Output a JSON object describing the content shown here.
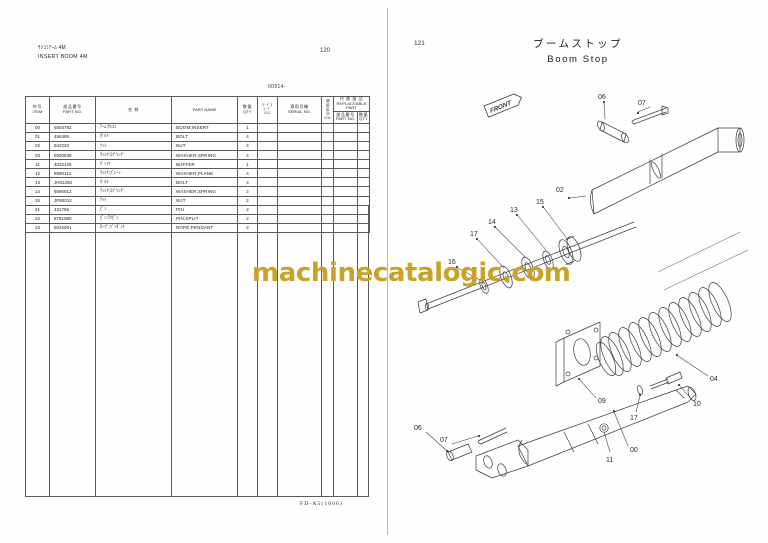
{
  "document": {
    "left_page_number": "120",
    "right_page_number": "121",
    "sheet_title_jp": "ｻｼｺﾐｱｰﾑ 4M",
    "sheet_title_en": "INSERT BOOM 4M",
    "serial_code": "00914-",
    "footer_code": "FD-A5(1006)"
  },
  "figure": {
    "title_jp": "ブームストップ",
    "title_en": "Boom Stop",
    "front_marker": "FRONT",
    "callouts": [
      "06",
      "07",
      "02",
      "16",
      "17",
      "14",
      "13",
      "15",
      "04",
      "09",
      "10",
      "17",
      "11",
      "06",
      "07",
      "00"
    ]
  },
  "watermark": {
    "text": "machinecatalogic.com",
    "color": "#c9a227"
  },
  "table": {
    "headers": {
      "item_jp": "符号",
      "item_en": "ITEM",
      "partno_jp": "部品番号",
      "partno_en": "PART NO.",
      "namejp_jp": "名  称",
      "nameen_en": "PART NAME",
      "qty_jp": "数量",
      "qty_en": "QTY",
      "sc_jp": "ｻｰﾋﾞｽ",
      "sc_jp2": "ｺｰﾄﾞ",
      "sc_en": "S-C",
      "serial_jp": "適用号機",
      "serial_en": "SERIAL NO.",
      "ica_jp": "適用区分",
      "ica_en": "ICA",
      "replace_jp": "代 替 部 品",
      "replace_en": "REPLACEABLE PART",
      "replace_no_jp": "部品番号",
      "replace_no_en": "PART NO.",
      "replace_qty_jp": "数量",
      "replace_qty_en": "QTY"
    },
    "rows": [
      {
        "item": "00",
        "part_no": "6004792",
        "name_jp": "ｱｰﾑ;ｻｼｺﾐ",
        "part_name": "BOOM;INSERT",
        "qty": "1"
      },
      {
        "item": "01",
        "part_no": "455489",
        "name_jp": "ﾎﾞﾙﾄ",
        "part_name": "BOLT",
        "qty": "4"
      },
      {
        "item": "02",
        "part_no": "942233",
        "name_jp": "ﾅｯﾄ",
        "part_name": "NUT",
        "qty": "4"
      },
      {
        "item": "03",
        "part_no": "8590939",
        "name_jp": "ﾜｯｼﾔ;ｽﾌﾟﾘﾝｸﾞ",
        "part_name": "WASHER;SPRING",
        "qty": "4"
      },
      {
        "item": "11",
        "part_no": "4022126",
        "name_jp": "ﾊﾞｯﾌｧ",
        "part_name": "BUFFER",
        "qty": "1"
      },
      {
        "item": "12",
        "part_no": "8590112",
        "name_jp": "ﾜｯｼﾔ;ﾌﾟﾚｰﾝ",
        "part_name": "WASHER;PLANE",
        "qty": "4"
      },
      {
        "item": "13",
        "part_no": "JH01250",
        "name_jp": "ﾎﾞﾙﾄ",
        "part_name": "BOLT",
        "qty": "4"
      },
      {
        "item": "14",
        "part_no": "8590912",
        "name_jp": "ﾜｯｼﾔ;ｽﾌﾟﾘﾝｸﾞ",
        "part_name": "WASHER;SPRING",
        "qty": "2"
      },
      {
        "item": "15",
        "part_no": "JP50012",
        "name_jp": "ﾅｯﾄ",
        "part_name": "NUT",
        "qty": "2"
      },
      {
        "item": "21",
        "part_no": "431756",
        "name_jp": "ﾋﾟﾝ",
        "part_name": "PIN",
        "qty": "2"
      },
      {
        "item": "22",
        "part_no": "8761080",
        "name_jp": "ﾋﾟﾝ;ﾜﾘﾋﾟﾝ",
        "part_name": "PIN;SPLIT",
        "qty": "2"
      },
      {
        "item": "23",
        "part_no": "8042001",
        "name_jp": "ﾛｰﾌﾟ;ﾍﾟﾝﾀﾞﾝﾄ",
        "part_name": "ROPE;PENDANT",
        "qty": "2"
      }
    ]
  }
}
